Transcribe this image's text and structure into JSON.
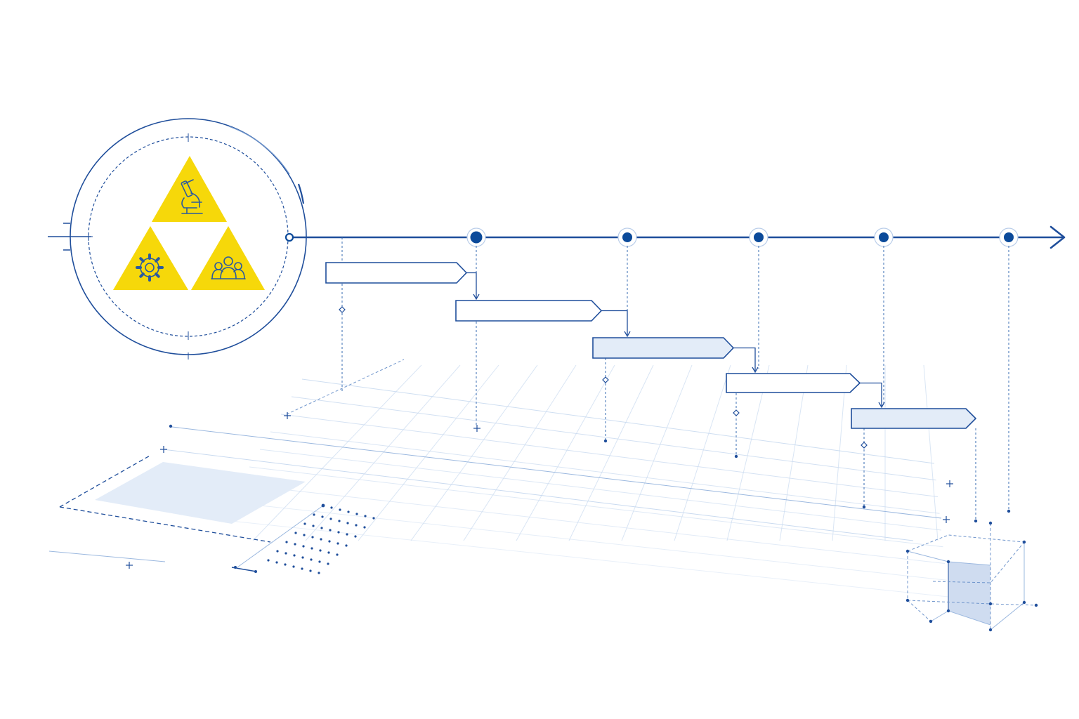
{
  "colors": {
    "primary": "#1f4e9b",
    "dark": "#0b4a9a",
    "light_line": "#9bb8df",
    "grid": "#c9daf0",
    "fill_light": "#e3ecf8",
    "fill_mid": "#cfdcf0",
    "accent_yellow": "#f6d80a",
    "icon_stroke": "#2a5a9e",
    "background": "#ffffff"
  },
  "emblem": {
    "triangles": [
      {
        "position": "top",
        "icon": "microscope-icon"
      },
      {
        "position": "bottom-left",
        "icon": "gear-icon"
      },
      {
        "position": "bottom-right",
        "icon": "people-group-icon"
      }
    ]
  },
  "timeline": {
    "direction": "right",
    "milestones": 6,
    "phases": [
      {
        "order": 1,
        "highlighted": false
      },
      {
        "order": 2,
        "highlighted": false
      },
      {
        "order": 3,
        "highlighted": true
      },
      {
        "order": 4,
        "highlighted": false
      },
      {
        "order": 5,
        "highlighted": true
      }
    ]
  },
  "decorations": [
    "perspective-grid",
    "data-plane",
    "dot-matrix",
    "wireframe-cube"
  ]
}
